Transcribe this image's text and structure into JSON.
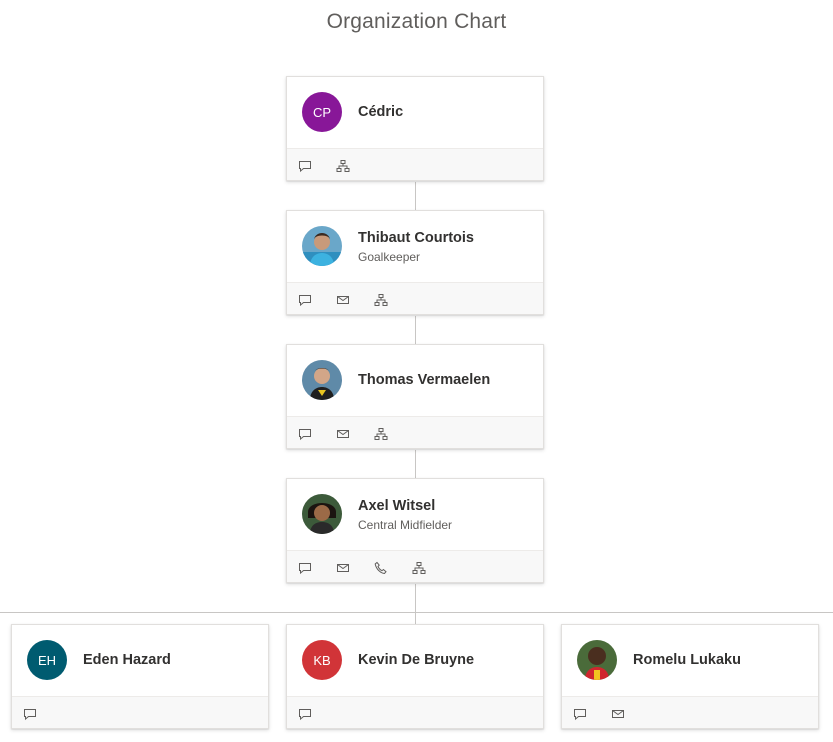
{
  "title": "Organization Chart",
  "people": {
    "cedric": {
      "name": "Cédric",
      "initials": "CP",
      "color": "#881798"
    },
    "courtois": {
      "name": "Thibaut Courtois",
      "role": "Goalkeeper"
    },
    "vermaelen": {
      "name": "Thomas Vermaelen"
    },
    "witsel": {
      "name": "Axel Witsel",
      "role": "Central Midfielder"
    },
    "hazard": {
      "name": "Eden Hazard",
      "initials": "EH",
      "color": "#005b70"
    },
    "debruyne": {
      "name": "Kevin De Bruyne",
      "initials": "KB",
      "color": "#d13438"
    },
    "lukaku": {
      "name": "Romelu Lukaku"
    }
  },
  "icons": {
    "chat": "chat-icon",
    "mail": "mail-icon",
    "phone": "phone-icon",
    "org": "org-chart-icon"
  },
  "colors": {
    "connector": "#c8c6c4",
    "card_footer": "#f8f8f8"
  }
}
